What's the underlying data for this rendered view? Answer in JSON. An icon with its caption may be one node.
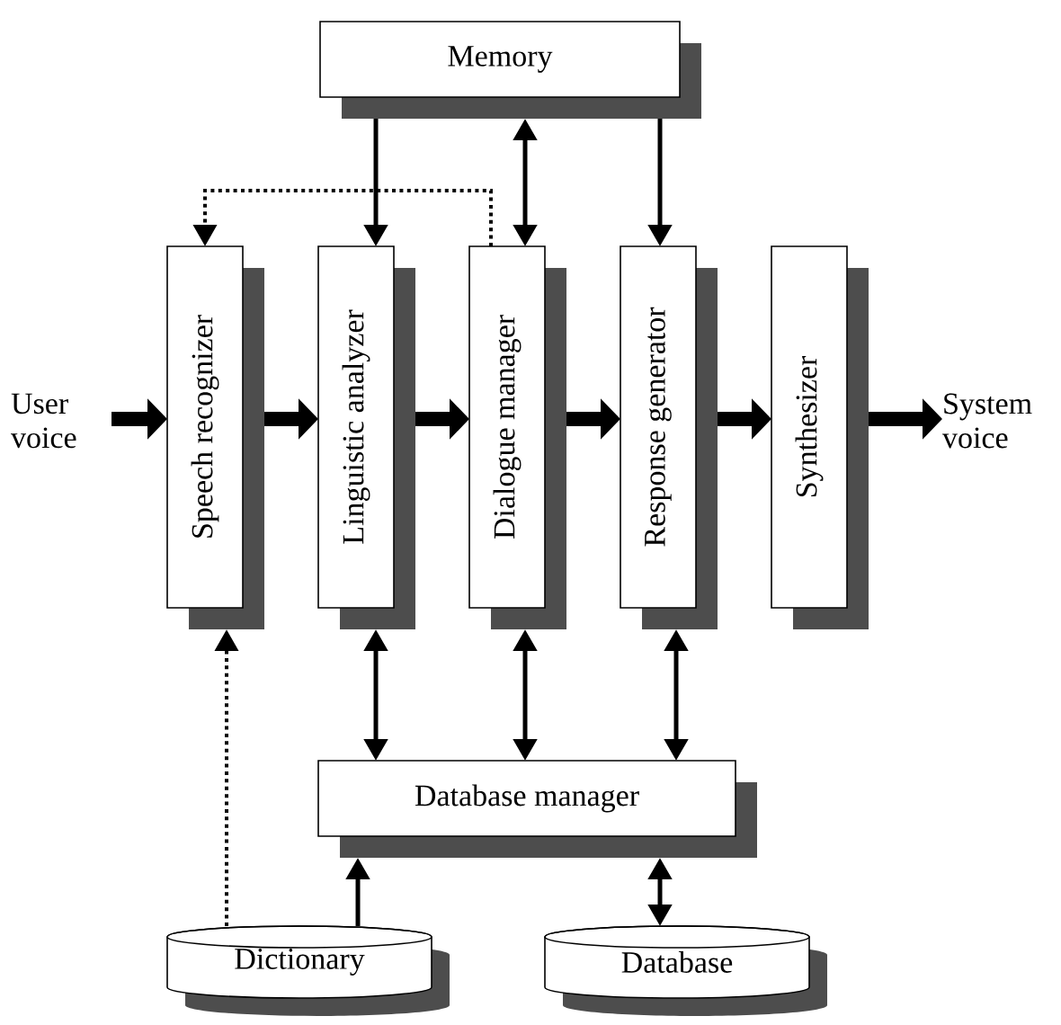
{
  "diagram": {
    "nodes": [
      {
        "text": [
          "Memory"
        ]
      },
      {
        "text": [
          "User voice"
        ]
      },
      {
        "text": [
          "Speech recognizer"
        ]
      },
      {
        "text": [
          "Linguistic analyzer"
        ]
      },
      {
        "text": [
          "Dialogue manager"
        ]
      },
      {
        "text": [
          "Response generator"
        ]
      },
      {
        "text": [
          "Synthesizer"
        ]
      },
      {
        "text": [
          "System voice"
        ]
      },
      {
        "text": [
          "Database manager"
        ]
      },
      {
        "text": [
          "Dictionary"
        ]
      },
      {
        "text": [
          "Database"
        ]
      }
    ],
    "edges": [
      {
        "from": 0,
        "to": 3,
        "arrow": "to"
      },
      {
        "from": 0,
        "to": 4,
        "arrow": "both"
      },
      {
        "from": 0,
        "to": 5,
        "arrow": "to"
      },
      {
        "from": 4,
        "to": 2,
        "arrow": "to",
        "style": "dashed"
      },
      {
        "from": 1,
        "to": 2,
        "arrow": "to",
        "style": "thick"
      },
      {
        "from": 2,
        "to": 3,
        "arrow": "to",
        "style": "thick"
      },
      {
        "from": 3,
        "to": 4,
        "arrow": "to",
        "style": "thick"
      },
      {
        "from": 4,
        "to": 5,
        "arrow": "to",
        "style": "thick"
      },
      {
        "from": 5,
        "to": 6,
        "arrow": "to",
        "style": "thick"
      },
      {
        "from": 6,
        "to": 7,
        "arrow": "to",
        "style": "thick"
      },
      {
        "from": 3,
        "to": 8,
        "arrow": "both"
      },
      {
        "from": 4,
        "to": 8,
        "arrow": "both"
      },
      {
        "from": 5,
        "to": 8,
        "arrow": "both"
      },
      {
        "from": 9,
        "to": 2,
        "arrow": "to",
        "style": "dashed"
      },
      {
        "from": 9,
        "to": 8,
        "arrow": "to"
      },
      {
        "from": 8,
        "to": 10,
        "arrow": "both"
      }
    ]
  }
}
